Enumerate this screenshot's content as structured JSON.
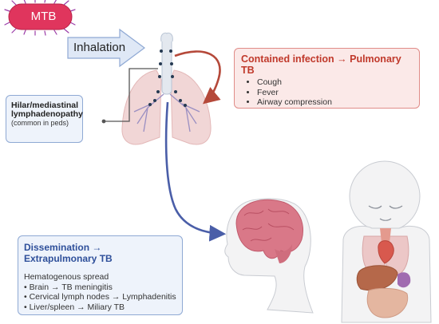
{
  "labels": {
    "mtb": "MTB",
    "inhalation": "Inhalation"
  },
  "pulmonary": {
    "title": "Contained infection → Pulmonary TB",
    "items": [
      "Cough",
      "Fever",
      "Airway compression"
    ]
  },
  "hilar": {
    "title": "Hilar/mediastinal lymphadenopathy",
    "subtitle": "(common in peds)"
  },
  "dissemination": {
    "title": "Dissemination → Extrapulmonary TB",
    "lines": [
      "Hematogenous spread",
      "• Brain → TB meningitis",
      "• Cervical lymph nodes → Lymphadenitis",
      "• Liver/spleen → Miliary TB"
    ]
  },
  "colors": {
    "mtb_fill": "#e0355d",
    "mtb_spikes": "#9b3ca8",
    "inhalation_arrow": "#dfe8f6",
    "pulmonary_accent": "#c0392b",
    "dissemination_accent": "#2e4f9a",
    "spread_arrow": "#4a5ea8",
    "contained_arrow": "#b5493a"
  }
}
